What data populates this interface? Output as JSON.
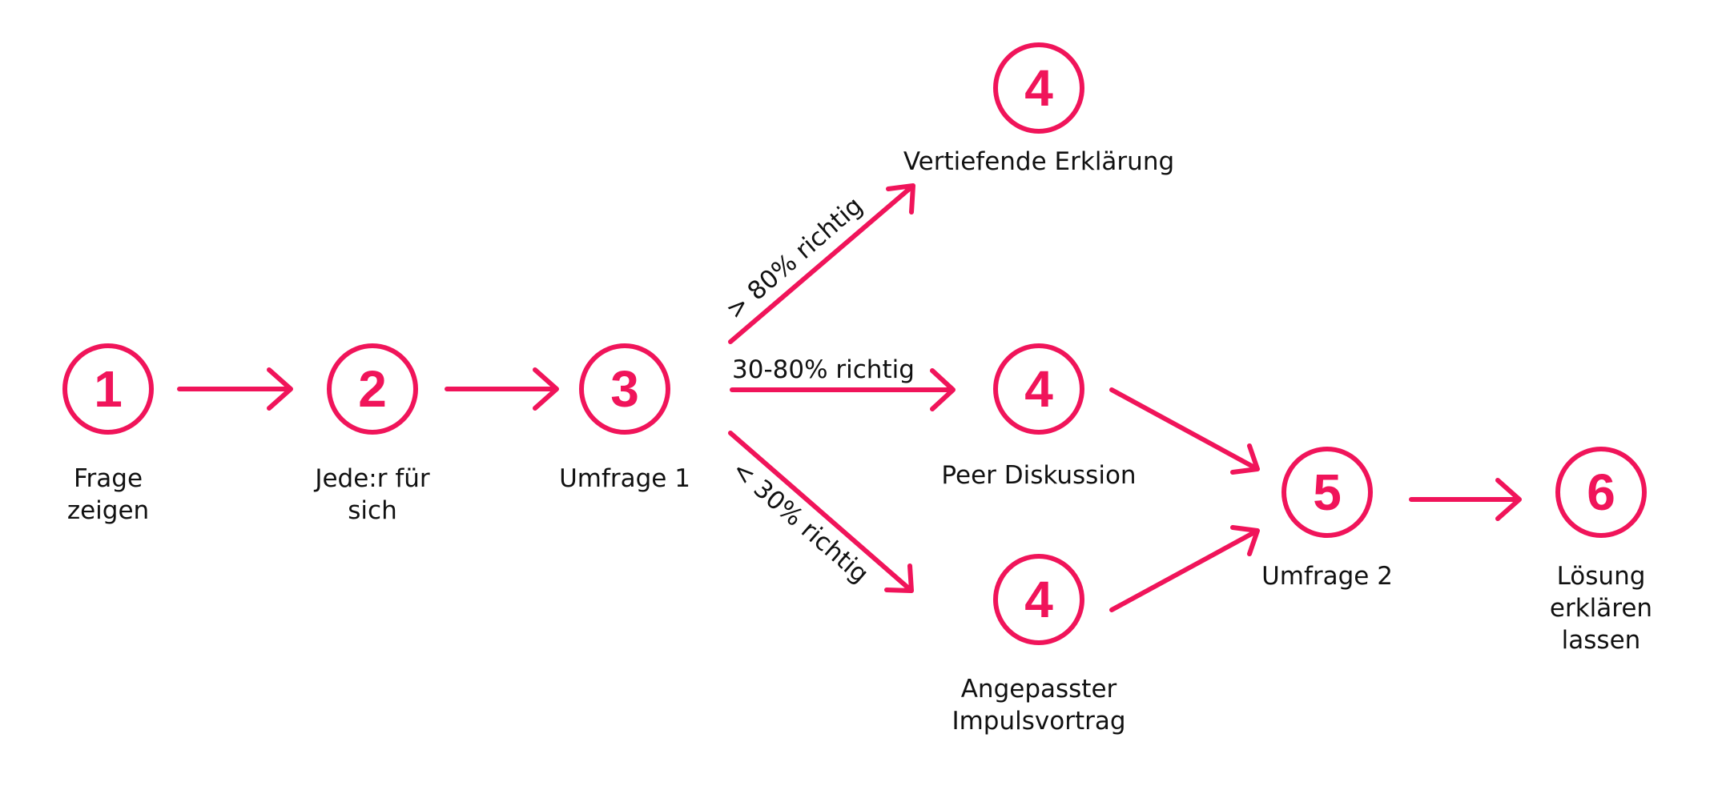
{
  "accent_color": "#f0145a",
  "nodes": {
    "n1": {
      "number": "1",
      "label_lines": [
        "Frage",
        "zeigen"
      ]
    },
    "n2": {
      "number": "2",
      "label_lines": [
        "Jede:r für",
        "sich"
      ]
    },
    "n3": {
      "number": "3",
      "label_lines": [
        "Umfrage 1"
      ]
    },
    "n4a": {
      "number": "4",
      "label_lines": [
        "Vertiefende Erklärung"
      ]
    },
    "n4b": {
      "number": "4",
      "label_lines": [
        "Peer Diskussion"
      ]
    },
    "n4c": {
      "number": "4",
      "label_lines": [
        "Angepasster",
        "Impulsvortrag"
      ]
    },
    "n5": {
      "number": "5",
      "label_lines": [
        "Umfrage 2"
      ]
    },
    "n6": {
      "number": "6",
      "label_lines": [
        "Lösung",
        "erklären",
        "lassen"
      ]
    }
  },
  "edges": {
    "upper": "> 80% richtig",
    "middle": "30-80% richtig",
    "lower": "< 30% richtig"
  }
}
